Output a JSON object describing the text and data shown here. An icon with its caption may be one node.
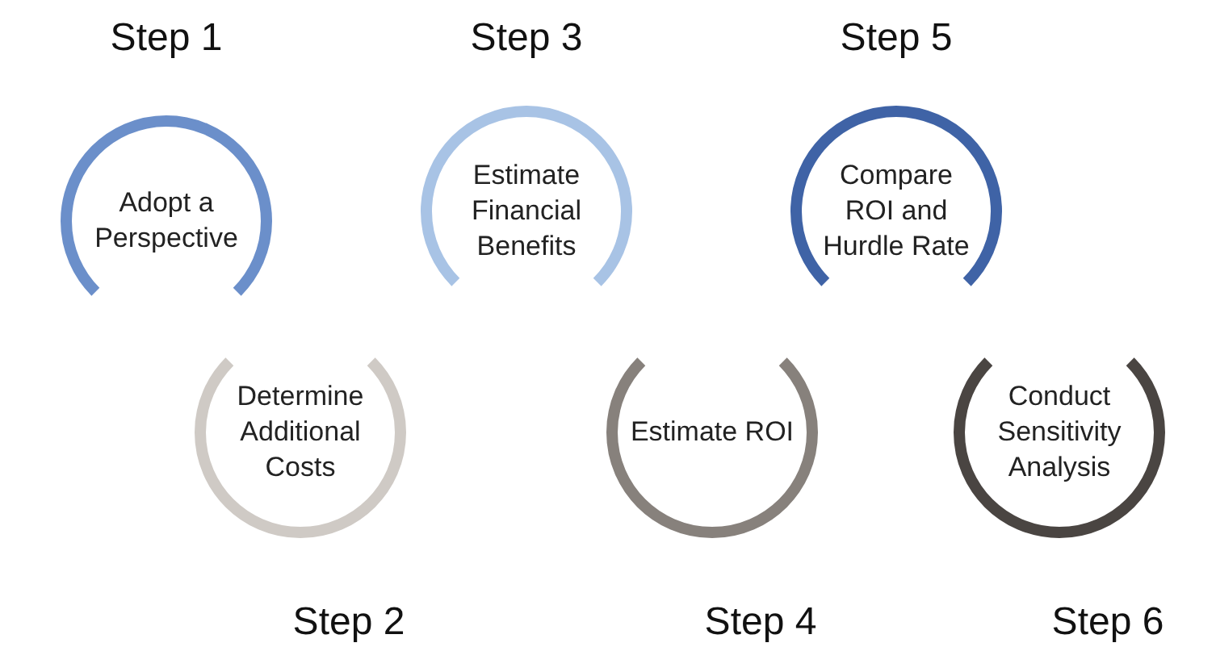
{
  "diagram": {
    "nodes": [
      {
        "text": [
          "Adopt a Perspective"
        ],
        "beside": [
          "Step 1"
        ]
      },
      {
        "text": [
          "Determine Additional Costs"
        ],
        "beside": [
          "Step 2"
        ]
      },
      {
        "text": [
          "Estimate Financial Benefits"
        ],
        "beside": [
          "Step 3"
        ]
      },
      {
        "text": [
          "Estimate ROI"
        ],
        "beside": [
          "Step 4"
        ]
      },
      {
        "text": [
          "Compare ROI and Hurdle Rate"
        ],
        "beside": [
          "Step 5"
        ]
      },
      {
        "text": [
          "Conduct Sensitivity Analysis"
        ],
        "beside": [
          "Step 6"
        ]
      }
    ]
  }
}
